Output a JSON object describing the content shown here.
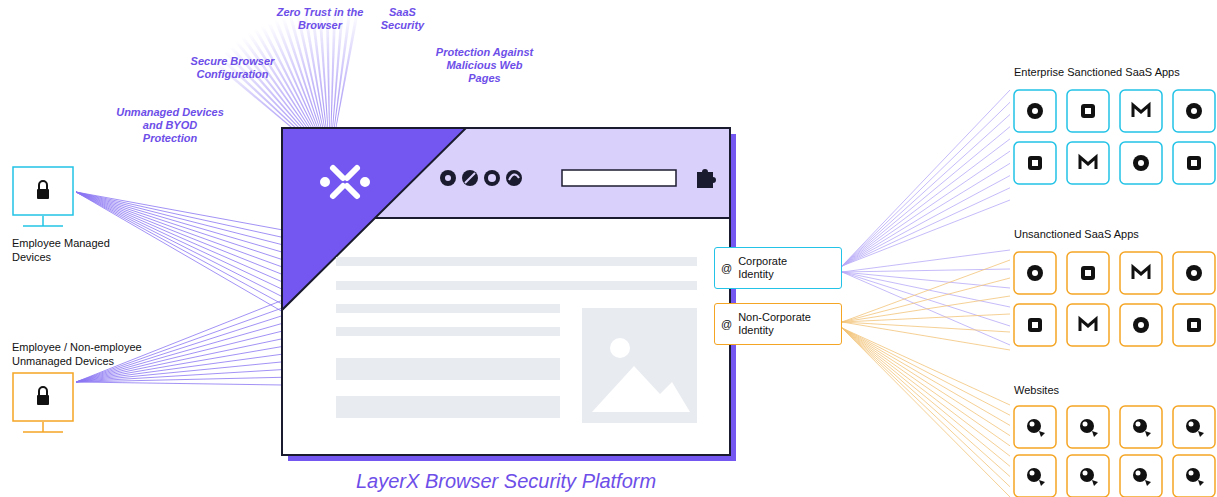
{
  "diagram": {
    "caption": "LayerX Browser Security Platform",
    "nodes": [
      {
        "text": [
          "Employee Managed Devices"
        ]
      },
      {
        "text": [
          "Employee / Non-employee Unmanaged Devices"
        ]
      },
      {
        "text": [
          "@",
          "Corporate Identity"
        ]
      },
      {
        "text": [
          "@",
          "Non-Corporate Identity"
        ]
      }
    ],
    "labels": [
      "Unmanaged Devices and BYOD Protection",
      "Secure Browser Configuration",
      "Zero Trust in the Browser",
      "SaaS Security",
      "Protection Against Malicious Web Pages",
      "Enterprise Sanctioned SaaS Apps",
      "Unsanctioned SaaS Apps",
      "Websites"
    ]
  }
}
